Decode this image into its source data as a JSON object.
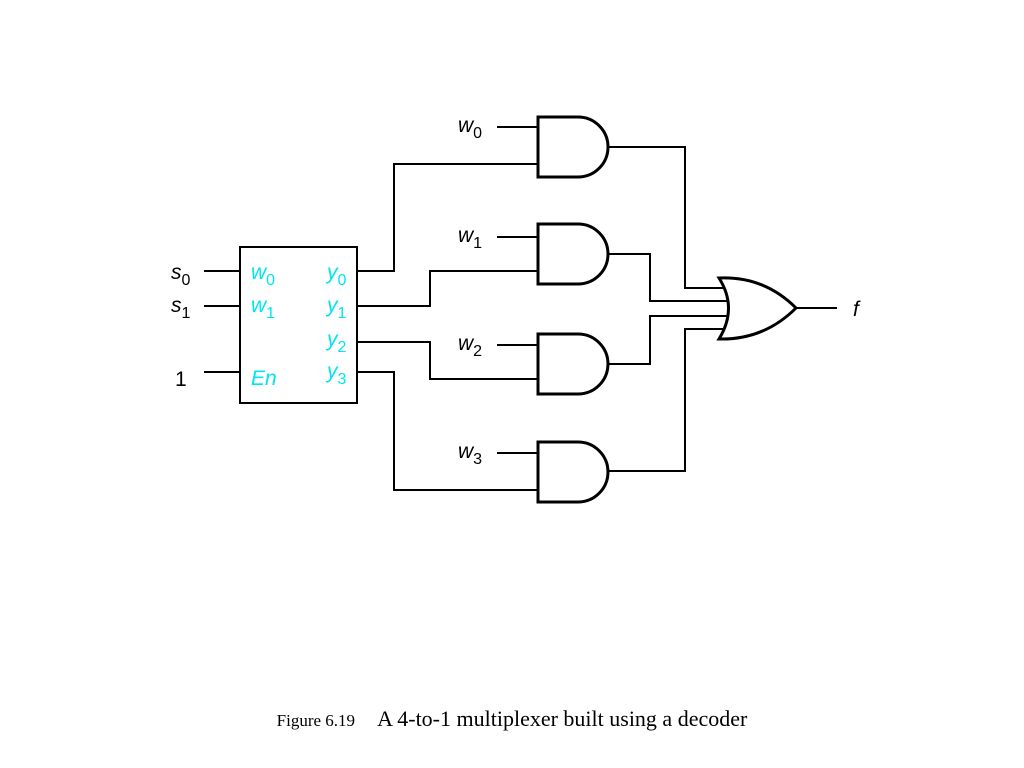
{
  "diagram": {
    "inputs": {
      "s0": {
        "main": "s",
        "sub": "0"
      },
      "s1": {
        "main": "s",
        "sub": "1"
      },
      "one": "1"
    },
    "decoder": {
      "in_w0": {
        "main": "w",
        "sub": "0"
      },
      "in_w1": {
        "main": "w",
        "sub": "1"
      },
      "enable": "En",
      "out_y0": {
        "main": "y",
        "sub": "0"
      },
      "out_y1": {
        "main": "y",
        "sub": "1"
      },
      "out_y2": {
        "main": "y",
        "sub": "2"
      },
      "out_y3": {
        "main": "y",
        "sub": "3"
      }
    },
    "data_inputs": {
      "w0": {
        "main": "w",
        "sub": "0"
      },
      "w1": {
        "main": "w",
        "sub": "1"
      },
      "w2": {
        "main": "w",
        "sub": "2"
      },
      "w3": {
        "main": "w",
        "sub": "3"
      }
    },
    "output": "f",
    "colors": {
      "decoder_labels": "#00e5f2",
      "lines": "#000000"
    }
  },
  "caption": {
    "figure": "Figure 6.19",
    "text": "A 4-to-1 multiplexer built using a decoder"
  }
}
